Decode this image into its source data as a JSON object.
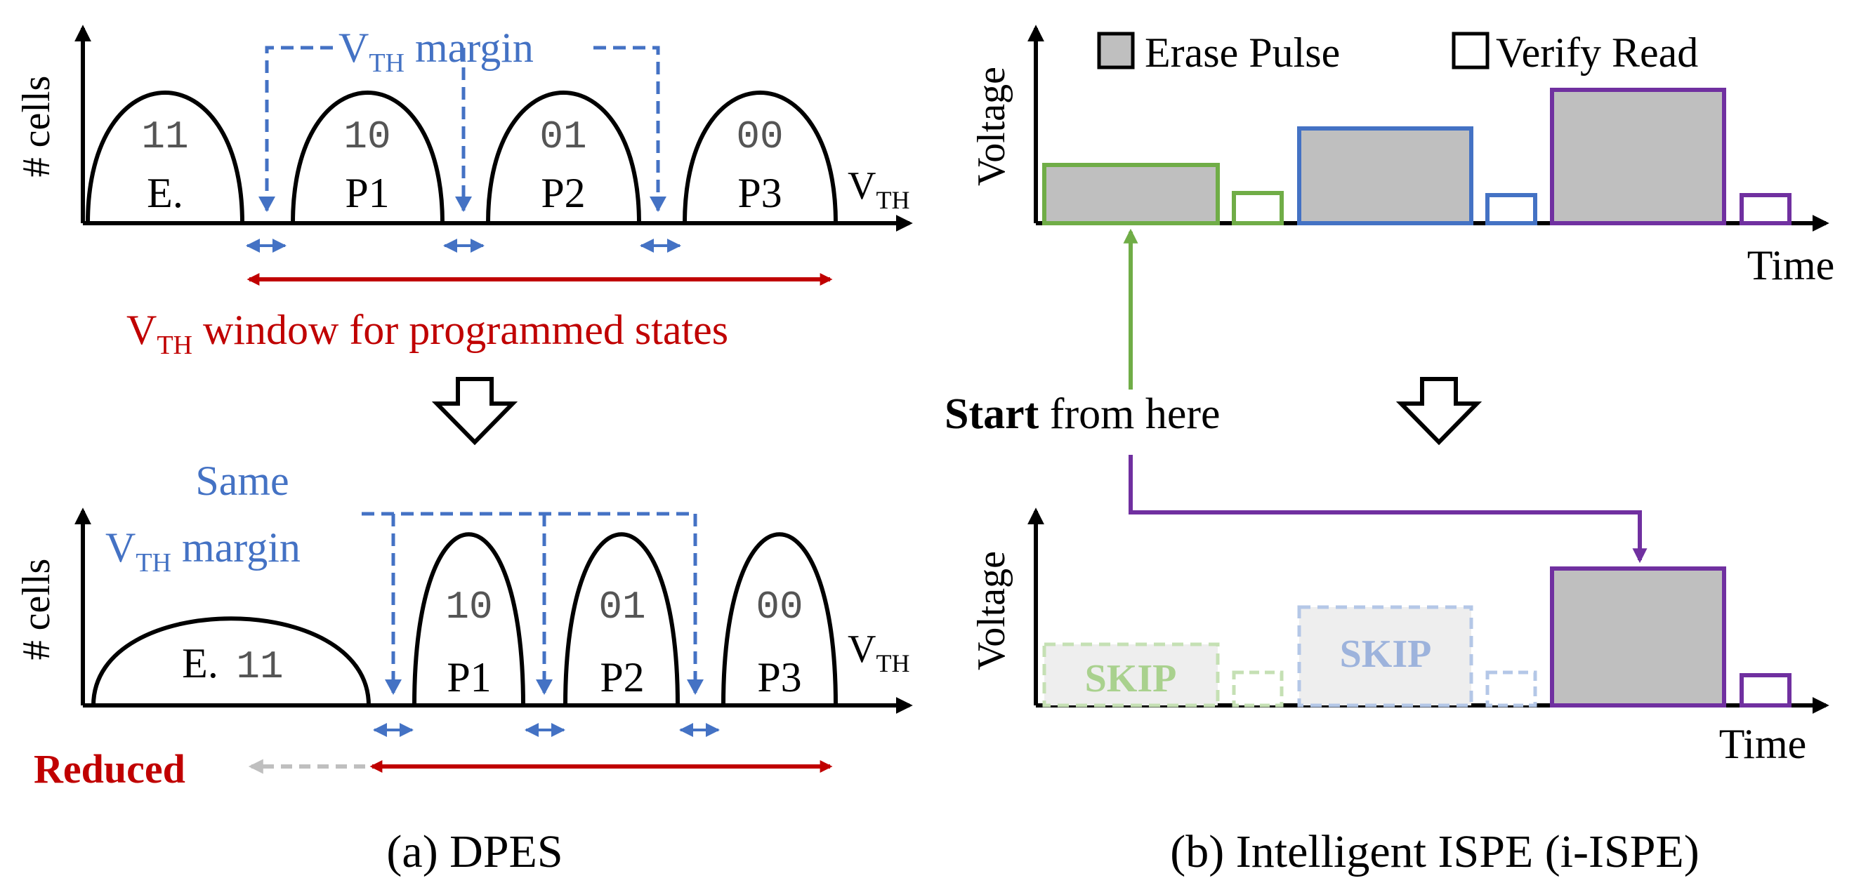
{
  "colors": {
    "blue": "#4472c4",
    "red": "#c00000",
    "green": "#70ad47",
    "purple": "#7030a0",
    "gray_fill": "#bfbfbf",
    "skip_fill": "#eeeeee",
    "light_gray_arrow": "#bfbfbf"
  },
  "panel_a": {
    "top": {
      "y_label": "# cells",
      "x_label_main": "V",
      "x_label_sub": "TH",
      "margin_label_main": "V",
      "margin_label_sub": "TH",
      "margin_label_rest": " margin",
      "window_label_main": "V",
      "window_label_sub": "TH",
      "window_label_rest": " window for programmed states",
      "states": [
        {
          "code": "11",
          "name": "E."
        },
        {
          "code": "10",
          "name": "P1"
        },
        {
          "code": "01",
          "name": "P2"
        },
        {
          "code": "00",
          "name": "P3"
        }
      ]
    },
    "bottom": {
      "y_label": "# cells",
      "x_label_main": "V",
      "x_label_sub": "TH",
      "same_label": "Same",
      "margin_label_main": "V",
      "margin_label_sub": "TH",
      "margin_label_rest": " margin",
      "reduced_label": "Reduced",
      "erased": {
        "name": "E.",
        "code": "11"
      },
      "states": [
        {
          "code": "10",
          "name": "P1"
        },
        {
          "code": "01",
          "name": "P2"
        },
        {
          "code": "00",
          "name": "P3"
        }
      ]
    },
    "caption": "(a) DPES"
  },
  "panel_b": {
    "legend": {
      "erase": "Erase Pulse",
      "verify": "Verify Read"
    },
    "top": {
      "y_label": "Voltage",
      "x_label": "Time"
    },
    "bottom": {
      "y_label": "Voltage",
      "x_label": "Time",
      "skip_label": "SKIP"
    },
    "start_bold": "Start",
    "start_rest": " from here",
    "caption": "(b) Intelligent ISPE (i-ISPE)"
  }
}
